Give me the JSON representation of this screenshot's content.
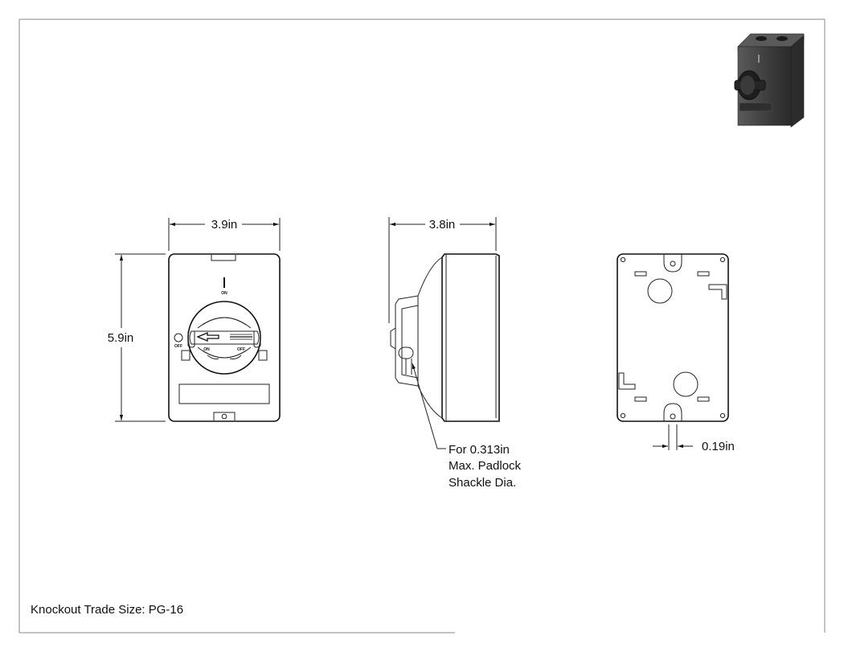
{
  "dimensions": {
    "front_width": "3.9in",
    "front_height": "5.9in",
    "side_depth": "3.8in",
    "hole_offset": "0.19in"
  },
  "padlock_note": {
    "line1": "For 0.313in",
    "line2": "Max. Padlock",
    "line3": "Shackle Dia."
  },
  "switch_labels": {
    "top_on_mark": "I",
    "top_on": "ON",
    "left_off": "OFF",
    "handle_on": "ON",
    "handle_off": "OFF"
  },
  "knockout_note": "Knockout Trade Size: PG-16",
  "colors": {
    "line": "#222222",
    "render_body": "#3a3a3a",
    "render_top": "#4a4a4a",
    "border": "#8a8a8a"
  }
}
